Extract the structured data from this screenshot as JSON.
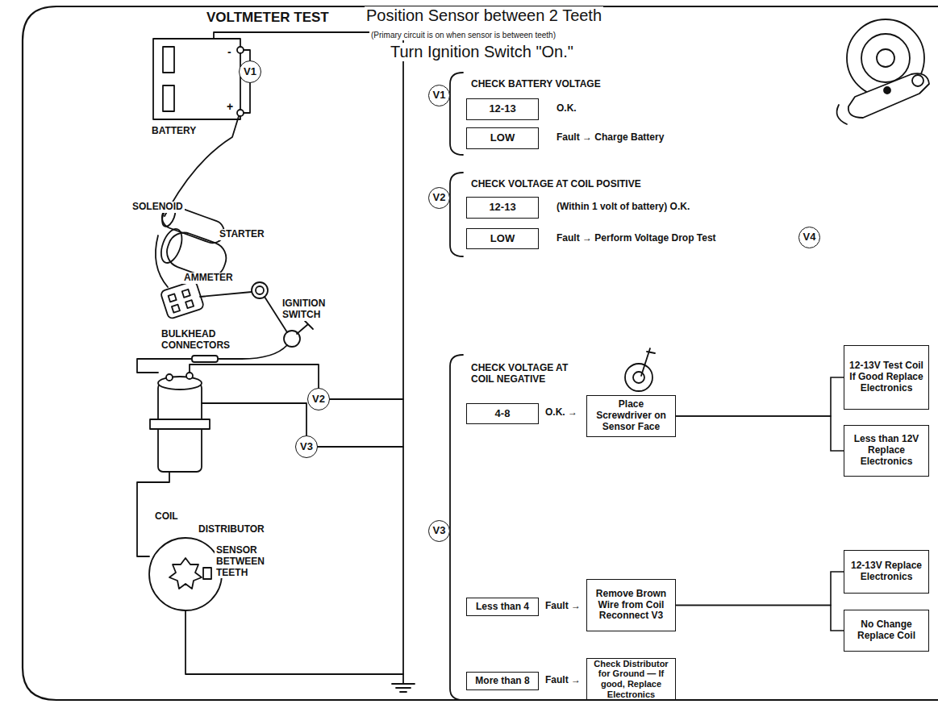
{
  "diagram": {
    "title": "VOLTMETER TEST",
    "nodes": [
      {
        "text": [
          "V1"
        ]
      },
      {
        "text": [
          "V2"
        ]
      },
      {
        "text": [
          "V3"
        ]
      },
      {
        "text": [
          "V1"
        ]
      },
      {
        "text": [
          "12-13"
        ]
      },
      {
        "text": [
          "LOW"
        ]
      },
      {
        "text": [
          "V2"
        ]
      },
      {
        "text": [
          "12-13"
        ]
      },
      {
        "text": [
          "LOW"
        ]
      },
      {
        "text": [
          "V4"
        ]
      },
      {
        "text": [
          "V3"
        ]
      },
      {
        "text": [
          "4-8"
        ]
      },
      {
        "text": [
          "Place Screwdriver on Sensor Face"
        ]
      },
      {
        "text": [
          "12-13V Test Coil If Good Replace Electronics"
        ]
      },
      {
        "text": [
          "Less than 12V Replace Electronics"
        ]
      },
      {
        "text": [
          "Less than 4"
        ]
      },
      {
        "text": [
          "Remove Brown Wire from Coil Reconnect V3"
        ]
      },
      {
        "text": [
          "12-13V Replace Electronics"
        ]
      },
      {
        "text": [
          "No Change Replace Coil"
        ]
      },
      {
        "text": [
          "More than 8"
        ]
      },
      {
        "text": [
          "Check Distributor for Ground — If good, Replace Electronics"
        ]
      }
    ],
    "edges": [
      {
        "from": 12,
        "to": 13,
        "arrow": "none"
      },
      {
        "from": 12,
        "to": 14,
        "arrow": "none"
      },
      {
        "from": 16,
        "to": 17,
        "arrow": "none"
      },
      {
        "from": 16,
        "to": 18,
        "arrow": "none"
      }
    ],
    "labels": [
      "Position Sensor between 2 Teeth",
      "(Primary circuit is on when sensor is between teeth)",
      "Turn Ignition Switch \"On.\"",
      "CHECK BATTERY VOLTAGE",
      "O.K.",
      "Fault → Charge Battery",
      "CHECK VOLTAGE AT COIL POSITIVE",
      "(Within 1 volt of battery) O.K.",
      "Fault → Perform Voltage Drop Test",
      "CHECK VOLTAGE AT COIL NEGATIVE",
      "O.K. →",
      "Fault →",
      "Fault →",
      "BATTERY",
      "-",
      "+",
      "SOLENOID",
      "STARTER",
      "AMMETER",
      "IGNITION SWITCH",
      "BULKHEAD CONNECTORS",
      "COIL",
      "DISTRIBUTOR",
      "SENSOR BETWEEN TEETH"
    ]
  }
}
